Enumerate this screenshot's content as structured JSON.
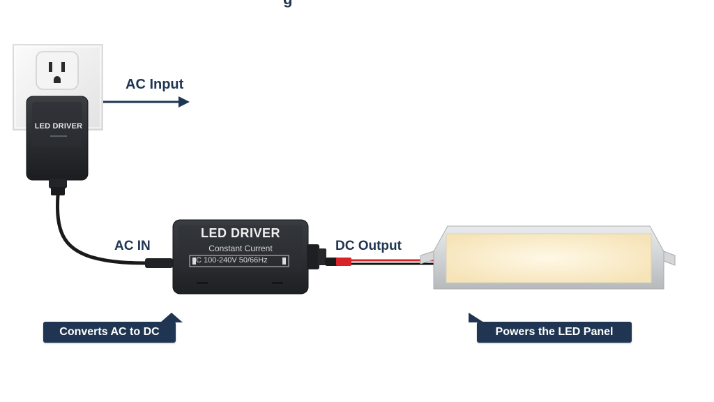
{
  "title_fragment": "g",
  "labels": {
    "ac_input": "AC Input",
    "ac_in": "AC IN",
    "dc_output": "DC Output"
  },
  "plug_adapter": {
    "label": "LED DRIVER"
  },
  "driver_box": {
    "title": "LED DRIVER",
    "subtitle": "Constant Current",
    "spec": "C 100-240V 50/66Hz"
  },
  "callouts": {
    "left": "Converts AC to DC",
    "right": "Powers the LED Panel"
  },
  "colors": {
    "navy": "#1f3552",
    "driver_body": "#2a2d31",
    "dc_red_wire": "#d8232a",
    "panel_glow": "#fff3d6",
    "panel_frame": "#c9cbcd"
  },
  "icons": [
    "wall-outlet-icon",
    "arrow-right-icon",
    "plug-adapter-icon",
    "led-driver-box",
    "led-panel-icon"
  ]
}
